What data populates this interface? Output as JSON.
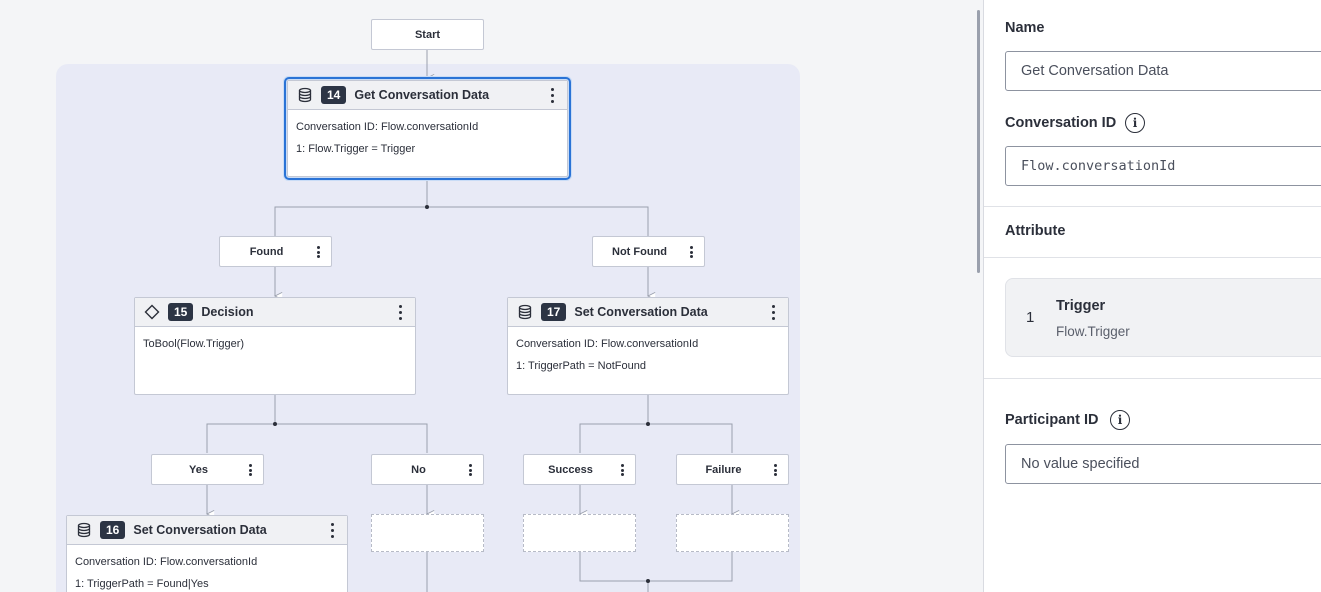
{
  "flow": {
    "start": "Start",
    "node14": {
      "num": "14",
      "title": "Get Conversation Data",
      "lines": [
        "Conversation ID: Flow.conversationId",
        "1: Flow.Trigger = Trigger"
      ]
    },
    "found": "Found",
    "not_found": "Not Found",
    "node15": {
      "num": "15",
      "title": "Decision",
      "lines": [
        "ToBool(Flow.Trigger)"
      ]
    },
    "node17": {
      "num": "17",
      "title": "Set Conversation Data",
      "lines": [
        "Conversation ID: Flow.conversationId",
        "1: TriggerPath = NotFound"
      ]
    },
    "yes": "Yes",
    "no": "No",
    "success": "Success",
    "failure": "Failure",
    "node16": {
      "num": "16",
      "title": "Set Conversation Data",
      "lines": [
        "Conversation ID: Flow.conversationId",
        "1: TriggerPath = Found|Yes"
      ]
    }
  },
  "panel": {
    "name_label": "Name",
    "name_value": "Get Conversation Data",
    "conv_id_label": "Conversation ID",
    "conv_id_value": "Flow.conversationId",
    "attribute_label": "Attribute",
    "attribute": {
      "index": "1",
      "name": "Trigger",
      "value": "Flow.Trigger"
    },
    "participant_label": "Participant ID",
    "participant_value": "No value specified"
  },
  "icons": {
    "data_node": "database-icon",
    "decision_node": "diamond-icon",
    "more": "kebab-icon",
    "info": "info-icon"
  },
  "colors": {
    "accent": "#2a73d6",
    "group_bg": "#e8eaf6",
    "badge": "#2c3444"
  }
}
